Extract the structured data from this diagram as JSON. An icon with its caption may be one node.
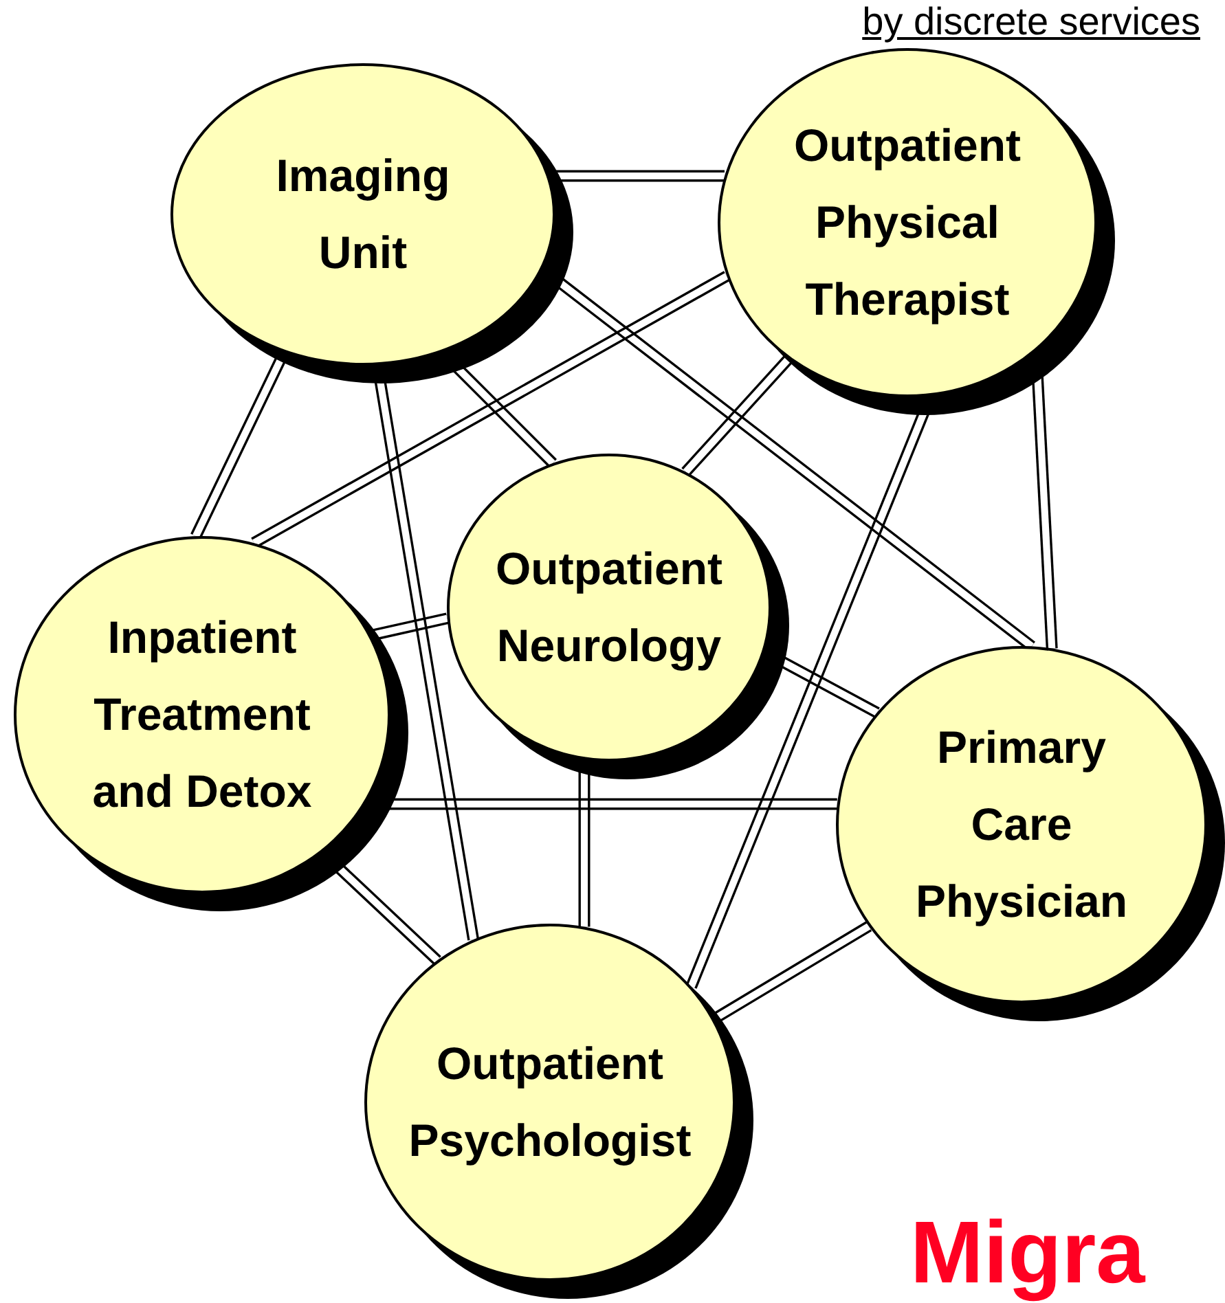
{
  "diagram": {
    "nodes": [
      {
        "text": [
          "Imaging Unit"
        ]
      },
      {
        "text": [
          "Outpatient Physical Therapist"
        ]
      },
      {
        "text": [
          "Outpatient Neurology"
        ]
      },
      {
        "text": [
          "Inpatient Treatment and Detox"
        ]
      },
      {
        "text": [
          "Primary Care Physician"
        ]
      },
      {
        "text": [
          "Outpatient Psychologist"
        ]
      }
    ],
    "edges": [
      {
        "from": 0,
        "to": 1,
        "arrow": "none"
      },
      {
        "from": 0,
        "to": 2,
        "arrow": "none"
      },
      {
        "from": 0,
        "to": 3,
        "arrow": "none"
      },
      {
        "from": 0,
        "to": 4,
        "arrow": "none"
      },
      {
        "from": 0,
        "to": 5,
        "arrow": "none"
      },
      {
        "from": 1,
        "to": 2,
        "arrow": "none"
      },
      {
        "from": 1,
        "to": 3,
        "arrow": "none"
      },
      {
        "from": 1,
        "to": 4,
        "arrow": "none"
      },
      {
        "from": 1,
        "to": 5,
        "arrow": "none"
      },
      {
        "from": 2,
        "to": 3,
        "arrow": "none"
      },
      {
        "from": 2,
        "to": 4,
        "arrow": "none"
      },
      {
        "from": 2,
        "to": 5,
        "arrow": "none"
      },
      {
        "from": 3,
        "to": 4,
        "arrow": "none"
      },
      {
        "from": 3,
        "to": 5,
        "arrow": "none"
      },
      {
        "from": 4,
        "to": 5,
        "arrow": "none"
      }
    ],
    "labels": [
      "by discrete services",
      "Migra"
    ]
  }
}
